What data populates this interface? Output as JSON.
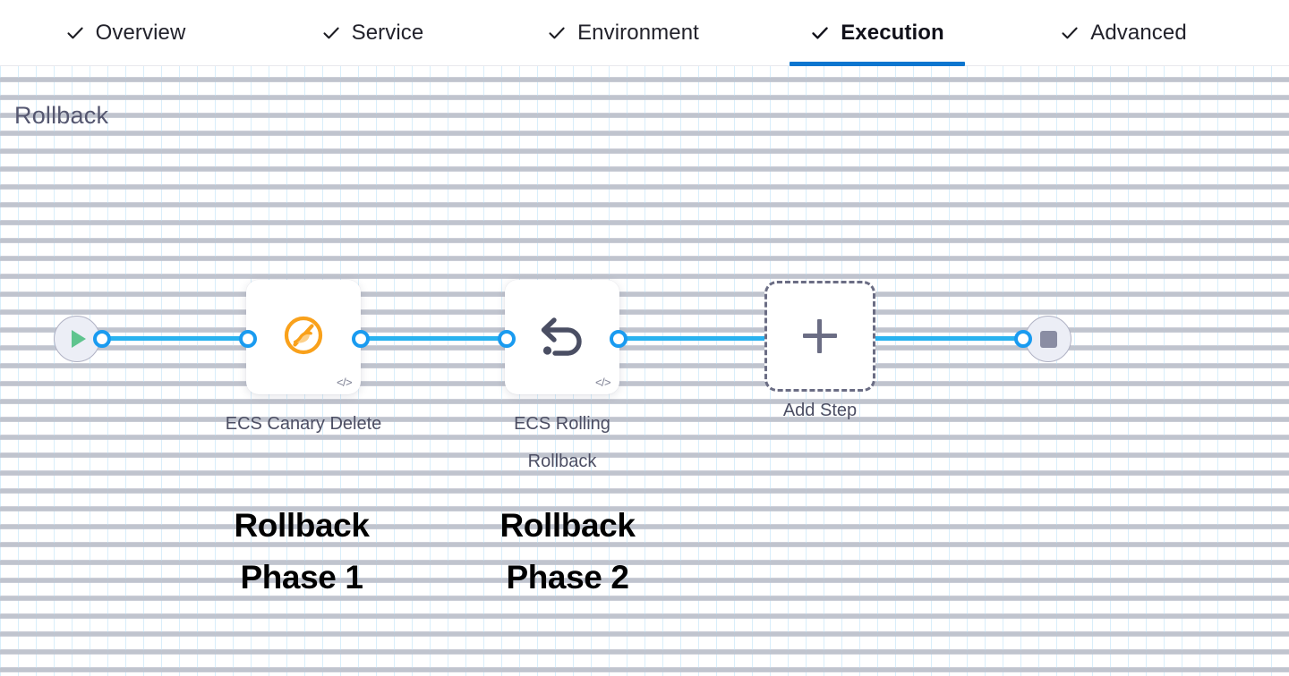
{
  "tabs": [
    {
      "label": "Overview",
      "icon": "check-icon",
      "active": false
    },
    {
      "label": "Service",
      "icon": "check-icon",
      "active": false
    },
    {
      "label": "Environment",
      "icon": "check-icon",
      "active": false
    },
    {
      "label": "Execution",
      "icon": "check-icon",
      "active": true
    },
    {
      "label": "Advanced",
      "icon": "check-icon",
      "active": false
    }
  ],
  "section": {
    "title": "Rollback"
  },
  "pipeline": {
    "start_node": {
      "icon": "play-icon"
    },
    "end_node": {
      "icon": "stop-icon"
    },
    "steps": [
      {
        "label_line1": "ECS Canary",
        "label_line2": "Delete",
        "icon": "ecs-canary-delete-icon",
        "badge_icon": "code-icon",
        "badge_label": "</>"
      },
      {
        "label_line1": "ECS Rolling",
        "label_line2": "Rollback",
        "icon": "rollback-arrow-icon",
        "badge_icon": "code-icon",
        "badge_label": "</>"
      }
    ],
    "add_step": {
      "label": "Add Step",
      "icon": "plus-icon"
    }
  },
  "annotations": [
    {
      "line1": "Rollback",
      "line2": "Phase 1"
    },
    {
      "line1": "Rollback",
      "line2": "Phase 2"
    }
  ],
  "colors": {
    "accent_blue": "#0b76cf",
    "connector_blue": "#29b2ef",
    "connector_ring": "#1a9bf0",
    "play_green": "#5fc48e",
    "step_icon_orange": "#f9a825",
    "rollback_arrow": "#4a4e63",
    "title_grey": "#555770",
    "annotation_black": "#010101",
    "dashed_border": "#6b6d84"
  }
}
